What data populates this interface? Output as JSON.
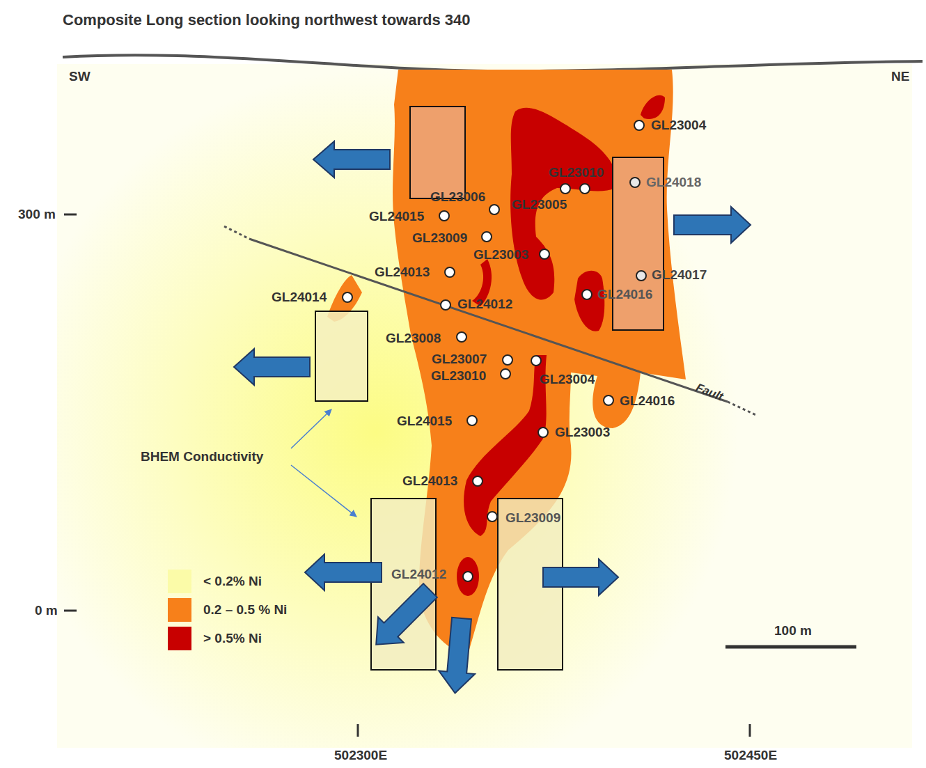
{
  "diagram": {
    "title": "Composite Long section looking northwest towards 340",
    "labels": [
      "SW",
      "NE",
      "300 m",
      "0 m",
      "GL23004",
      "GL23010",
      "GL24018",
      "GL23006",
      "GL23005",
      "GL24015",
      "GL23009",
      "GL23003",
      "GL24013",
      "GL24017",
      "GL24014",
      "GL24016",
      "GL24012",
      "GL23008",
      "GL23007",
      "GL23010",
      "GL23004",
      "Fault",
      "GL24016",
      "GL24015",
      "GL23003",
      "BHEM Conductivity",
      "GL24013",
      "GL23009",
      "GL24012",
      "100 m",
      "502300E",
      "502450E"
    ],
    "legend": [
      {
        "text": "< 0.2% Ni",
        "color": "#fbfba8"
      },
      {
        "text": "0.2 – 0.5 % Ni",
        "color": "#f7801a"
      },
      {
        "text": "> 0.5% Ni",
        "color": "#c80000"
      }
    ]
  }
}
